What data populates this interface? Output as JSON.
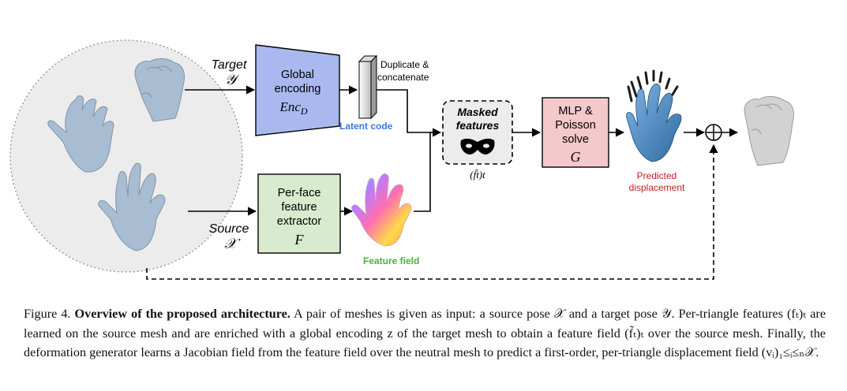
{
  "diagram": {
    "target_label": "Target",
    "target_symbol": "𝒴",
    "source_label": "Source",
    "source_symbol": "𝒳",
    "global_encoding_line1": "Global",
    "global_encoding_line2": "encoding",
    "global_encoding_symbol": "Enc",
    "global_encoding_subscript": "D",
    "duplicate_line1": "Duplicate &",
    "duplicate_line2": "concatenate",
    "latent_code_label": "Latent code",
    "masked_line1": "Masked",
    "masked_line2": "features",
    "masked_symbol": "(f̃t)t",
    "extractor_line1": "Per-face",
    "extractor_line2": "feature",
    "extractor_line3": "extractor",
    "extractor_symbol": "F",
    "feature_field_label": "Feature field",
    "mlp_line1": "MLP &",
    "mlp_line2": "Poisson",
    "mlp_line3": "solve",
    "mlp_symbol": "G",
    "predicted_line1": "Predicted",
    "predicted_line2": "displacement",
    "colors": {
      "encoder_fill": "#a9b9f0",
      "extractor_fill": "#d8ebcf",
      "mlp_fill": "#f4c9cc",
      "latent_code_text": "#3a78d8",
      "feature_field_text": "#4cae3f",
      "predicted_text": "#c0201f",
      "input_circle_fill": "#ececec"
    },
    "icons": [
      "fist-hand-mesh",
      "open-hand-mesh",
      "mask-icon",
      "feature-field-hand",
      "blue-displacement-hand",
      "plus-circle-icon",
      "output-fist-mesh"
    ]
  },
  "caption": {
    "figure_label": "Figure 4.",
    "bold_title": "Overview of the proposed architecture.",
    "body": "A pair of meshes is given as input: a source pose 𝒳 and a target pose 𝒴. Per-triangle features (fₜ)ₜ are learned on the source mesh and are enriched with a global encoding z of the target mesh to obtain a feature field (f̃ₜ)ₜ over the source mesh. Finally, the deformation generator learns a Jacobian field from the feature field over the neutral mesh to predict a first-order, per-triangle displacement field (vᵢ)₁≤ᵢ≤ₙ𝒳."
  }
}
